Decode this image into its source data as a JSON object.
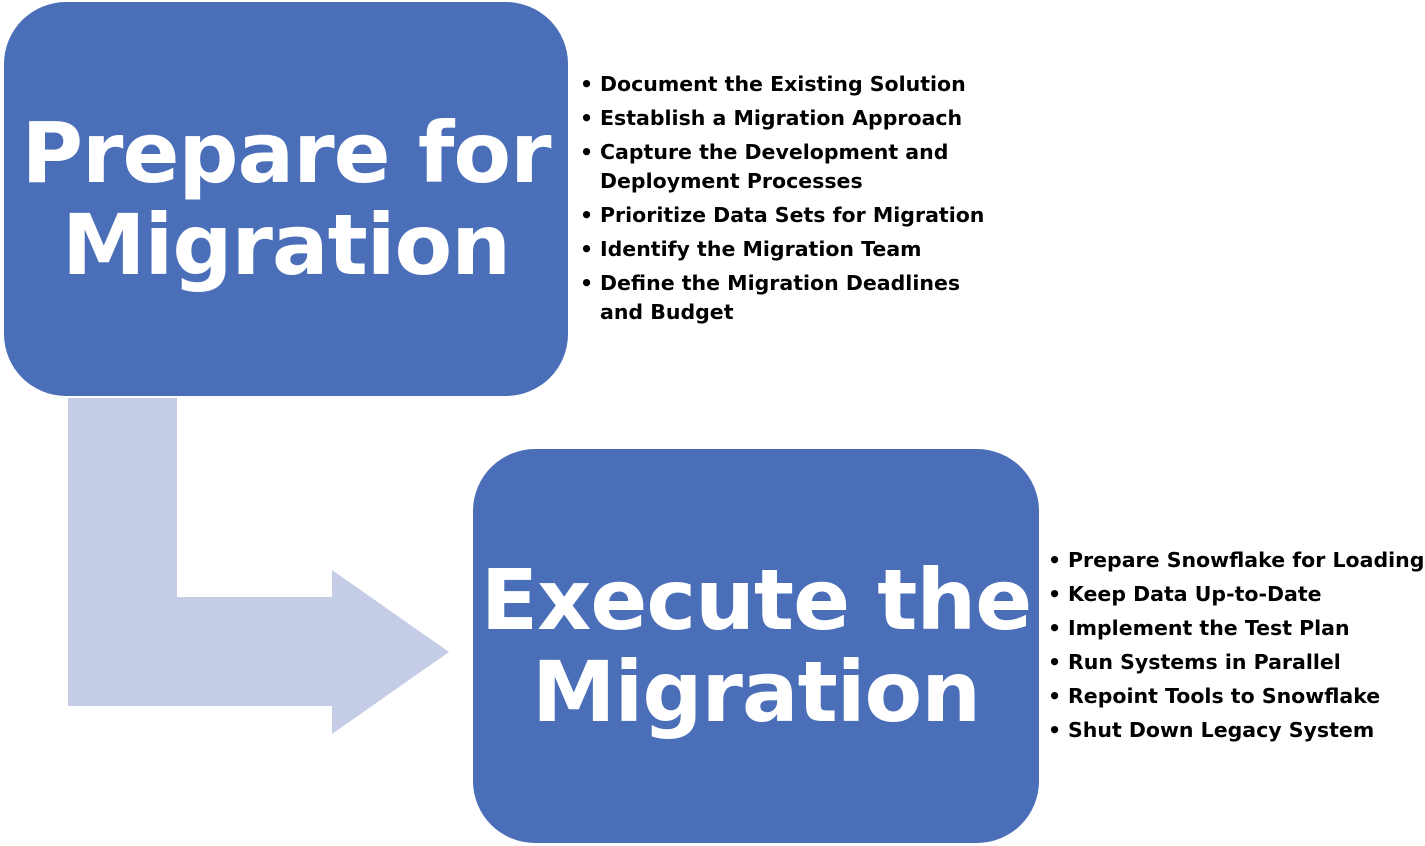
{
  "colors": {
    "box_fill": "#4a6fb8",
    "arrow_fill": "#c5cde6",
    "box_text": "#ffffff",
    "list_text": "#000000"
  },
  "prepare": {
    "title_line1": "Prepare for",
    "title_line2": "Migration",
    "steps": [
      "Document the Existing Solution",
      "Establish a Migration Approach",
      "Capture the Development and\nDeployment Processes",
      "Prioritize Data Sets for Migration",
      "Identify the Migration Team",
      "Define the Migration Deadlines\nand Budget"
    ]
  },
  "execute": {
    "title_line1": "Execute the",
    "title_line2": "Migration",
    "steps": [
      "Prepare Snowflake for Loading",
      "Keep Data Up-to-Date",
      "Implement the Test Plan",
      "Run Systems in Parallel",
      "Repoint Tools to Snowflake",
      "Shut Down Legacy System"
    ]
  }
}
